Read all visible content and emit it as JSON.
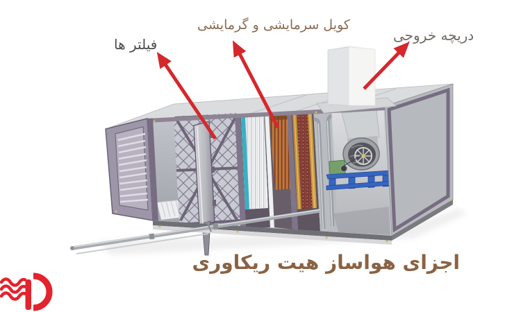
{
  "annotations": {
    "filters_label": "فیلتر ها",
    "coil_label": "کویل سرمایشی و گرمایشی",
    "outlet_label": "دریچه خروجی"
  },
  "title": {
    "text": "اجزای هواساز هیت ریکاوری"
  },
  "logo": {
    "icon": "waves-d-monogram"
  },
  "illustration": {
    "name": "air-handling-unit-3d-render",
    "parts": [
      "louver-intake",
      "heat-recovery-exchanger",
      "access-door",
      "pleated-filter",
      "copper-coil",
      "heating-coil",
      "fan-assembly",
      "exhaust-duct",
      "base-pipe"
    ]
  },
  "colors": {
    "arrow": "#d4282c",
    "filters_label": "#4d4d4d",
    "coil_label": "#8a6c52",
    "outlet_label": "#6f6963",
    "title": "#8a6243",
    "logo": "#e3232d"
  }
}
